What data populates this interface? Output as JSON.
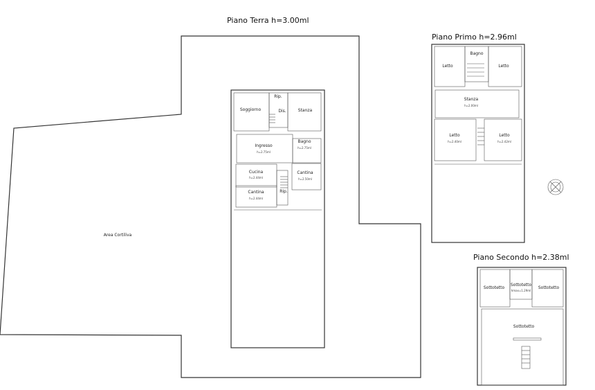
{
  "floors": {
    "ground": {
      "title": "Piano Terra h=3.00ml",
      "area": "Area Cortiliva",
      "rooms": [
        {
          "name": "Soggiorno"
        },
        {
          "name": "Rip."
        },
        {
          "name": "Dis."
        },
        {
          "name": "Stanza"
        },
        {
          "name": "Ingresso",
          "height": "h=2.75ml"
        },
        {
          "name": "Bagno",
          "height": "h=2.75ml"
        },
        {
          "name": "Cucina",
          "height": "h=2.44ml"
        },
        {
          "name": "Cantina",
          "height": "h=2.50ml"
        },
        {
          "name": "Cantina",
          "height": "h=2.44ml"
        },
        {
          "name": "Rip."
        }
      ]
    },
    "first": {
      "title": "Piano Primo h=2.96ml",
      "rooms": [
        {
          "name": "Letto"
        },
        {
          "name": "Bagno"
        },
        {
          "name": "Letto"
        },
        {
          "name": "Stanza",
          "height": "h=2.00ml"
        },
        {
          "name": "Letto",
          "height": "h=2.40ml"
        },
        {
          "name": "Letto",
          "height": "h=2.42ml"
        }
      ]
    },
    "second": {
      "title": "Piano Secondo h=2.38ml",
      "rooms": [
        {
          "name": "Sottotetto"
        },
        {
          "name": "Sottotetto",
          "height": "hmax=1.29ml"
        },
        {
          "name": "Sottotetto"
        },
        {
          "name": "Sottotetto"
        }
      ]
    }
  }
}
